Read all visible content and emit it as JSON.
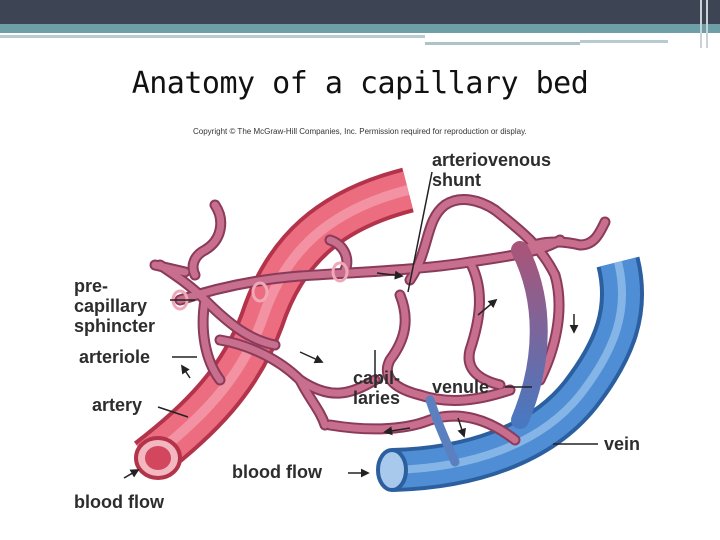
{
  "slide": {
    "title": "Anatomy of a capillary bed",
    "copyright": "Copyright © The McGraw-Hill Companies, Inc. Permission required for reproduction or display."
  },
  "labels": {
    "av_shunt_1": "arteriovenous",
    "av_shunt_2": "shunt",
    "precap_1": "pre-",
    "precap_2": "capillary",
    "precap_3": "sphincter",
    "arteriole": "arteriole",
    "artery": "artery",
    "blood_flow_left": "blood flow",
    "capillaries_1": "capil-",
    "capillaries_2": "laries",
    "venule": "venule",
    "vein": "vein",
    "blood_flow_bottom": "blood flow"
  },
  "colors": {
    "artery": "#e8566c",
    "vessel_pink": "#c3647f",
    "vein": "#3f7fc6",
    "header_dark": "#3d4454",
    "header_teal": "#6e9ea6"
  }
}
